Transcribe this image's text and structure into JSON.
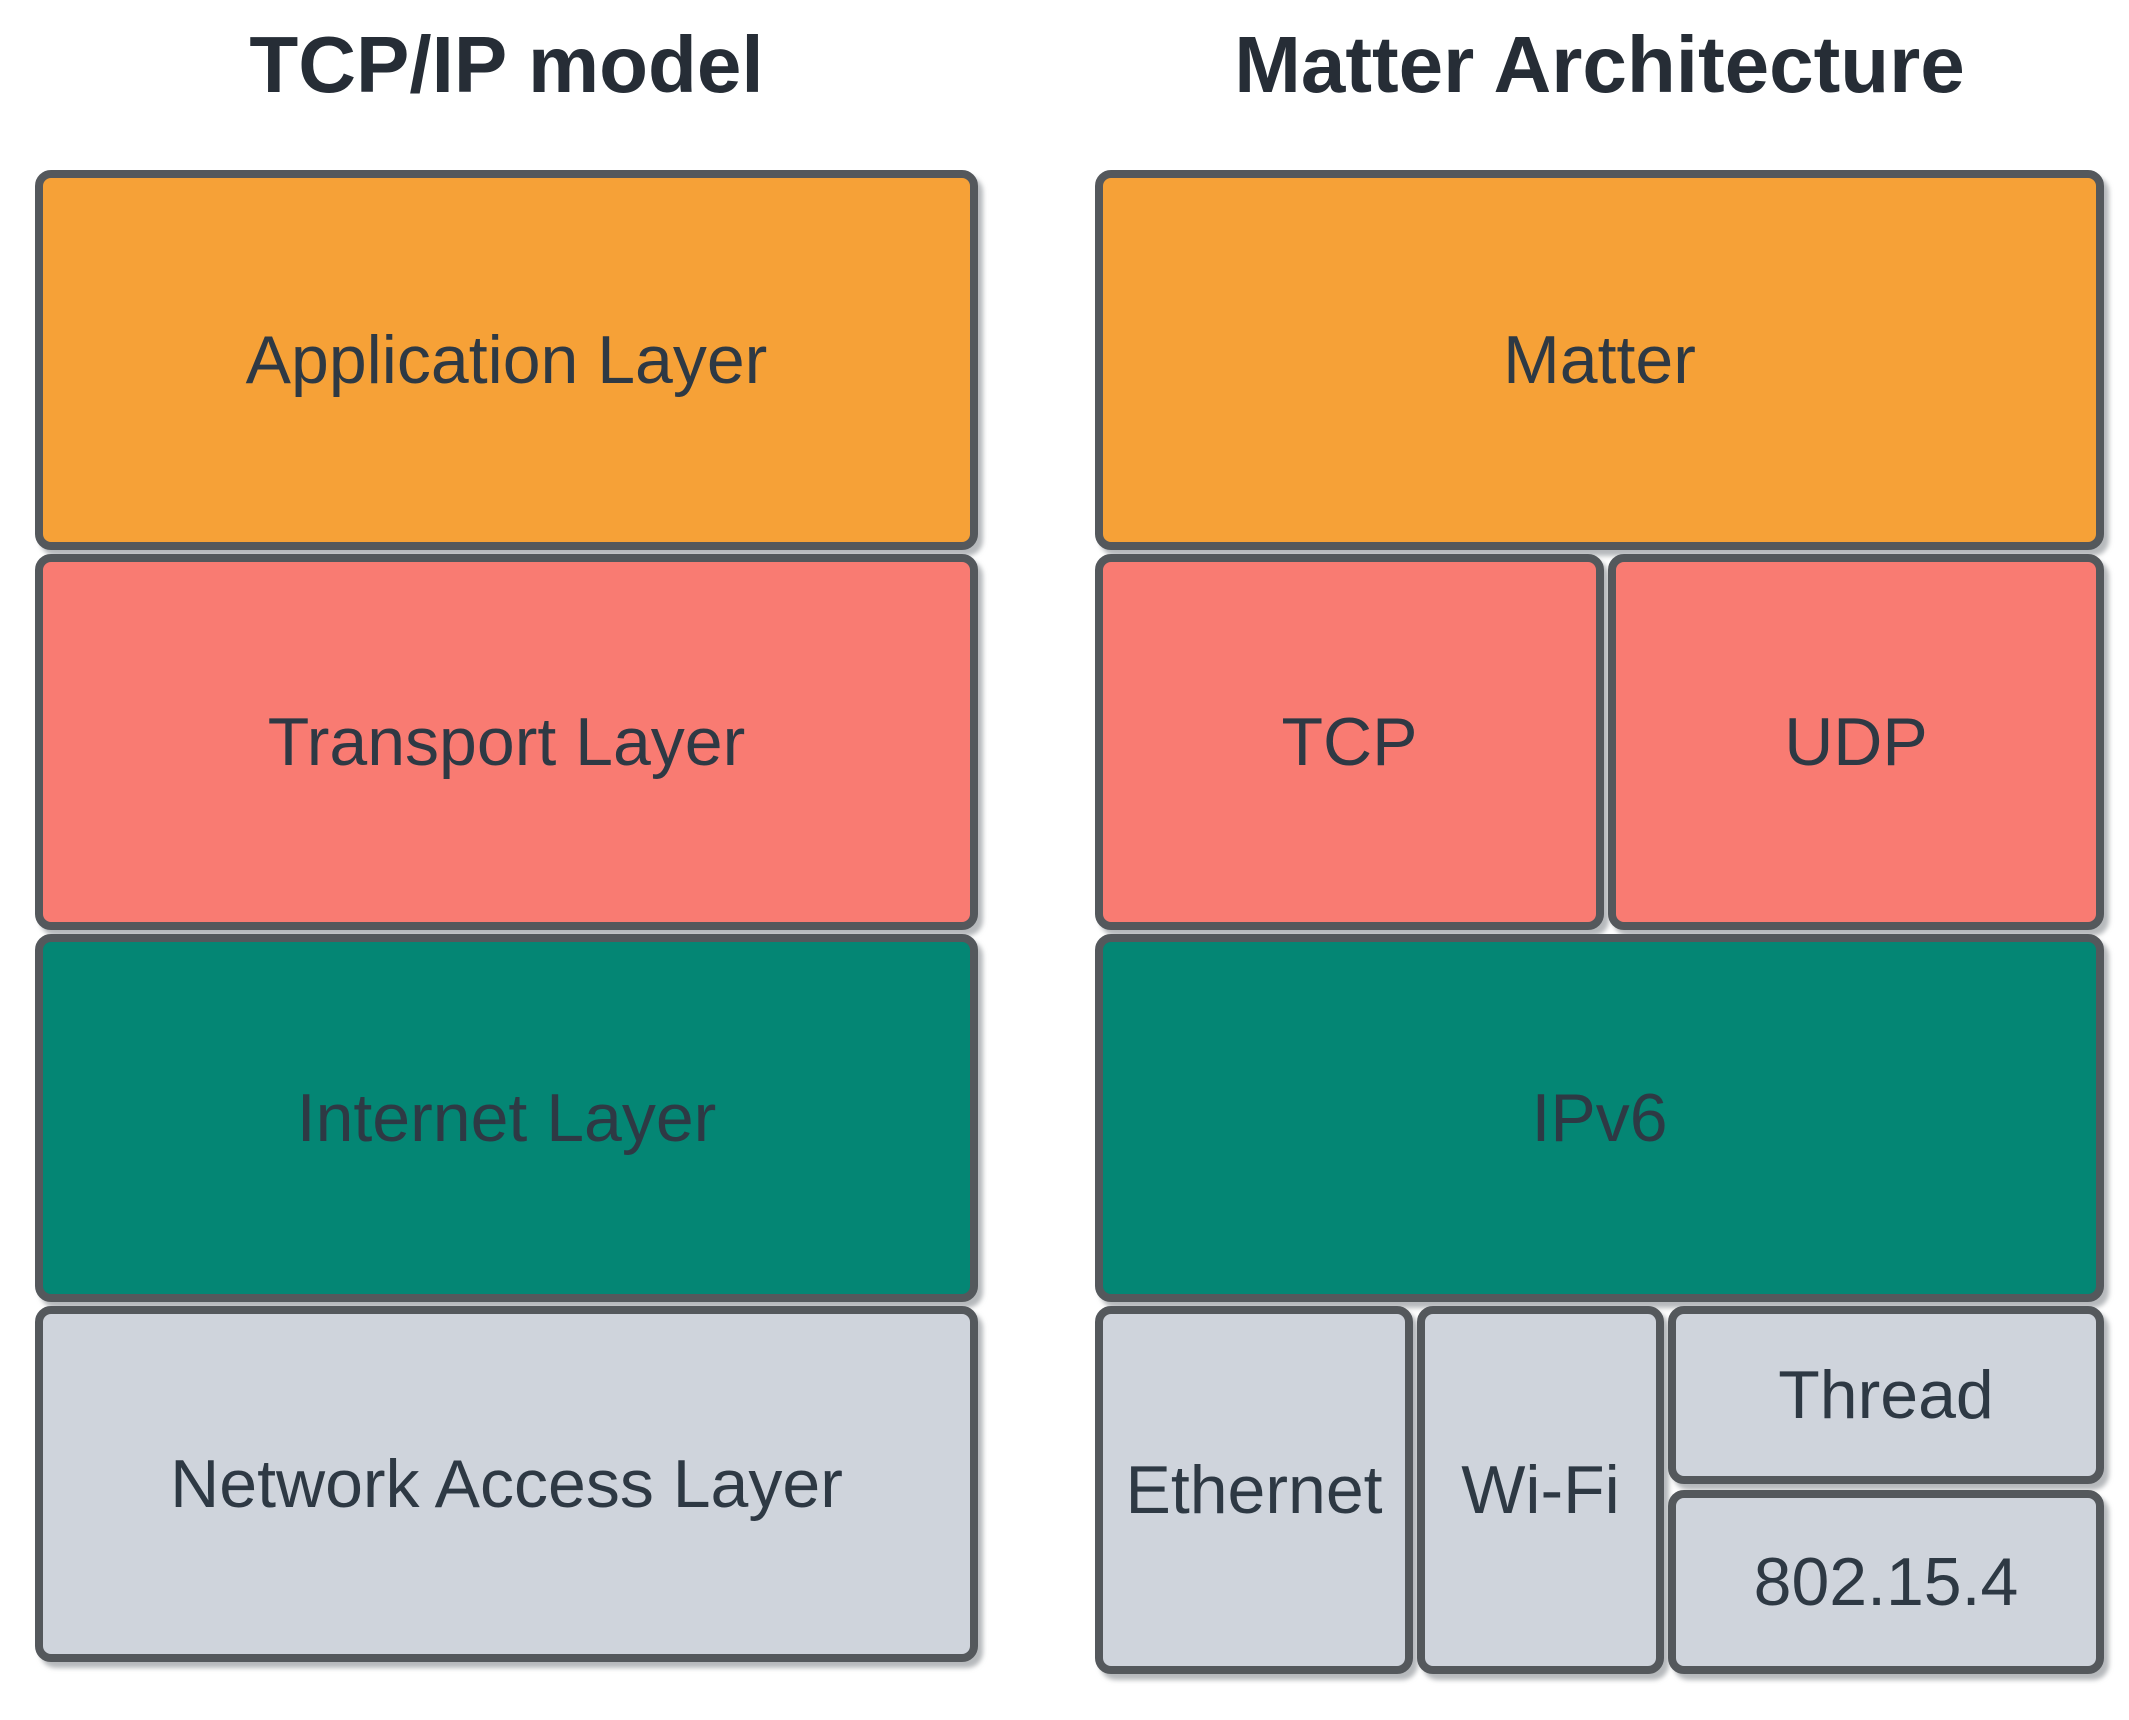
{
  "page": {
    "background": "#ffffff"
  },
  "palette": {
    "application_orange": "#f6a137",
    "transport_salmon": "#f97b72",
    "internet_teal": "#048674",
    "network_gray": "#cfd4dc",
    "box_border": "#54585c",
    "label_text": "#2e3944",
    "title_text": "#262d36"
  },
  "left_diagram": {
    "title": "TCP/IP model",
    "layers": [
      {
        "label": "Application Layer",
        "color": "#f6a137"
      },
      {
        "label": "Transport Layer",
        "color": "#f97b72"
      },
      {
        "label": "Internet Layer",
        "color": "#048674"
      },
      {
        "label": "Network Access Layer",
        "color": "#cfd4dc"
      }
    ]
  },
  "right_diagram": {
    "title": "Matter Architecture",
    "boxes": [
      {
        "label": "Matter",
        "row": "application",
        "color": "#f6a137"
      },
      {
        "label": "TCP",
        "row": "transport",
        "color": "#f97b72"
      },
      {
        "label": "UDP",
        "row": "transport",
        "color": "#f97b72"
      },
      {
        "label": "IPv6",
        "row": "internet",
        "color": "#048674"
      },
      {
        "label": "Ethernet",
        "row": "network-access",
        "color": "#cfd4dc"
      },
      {
        "label": "Wi-Fi",
        "row": "network-access",
        "color": "#cfd4dc"
      },
      {
        "label": "Thread",
        "row": "network-access",
        "color": "#cfd4dc"
      },
      {
        "label": "802.15.4",
        "row": "network-access",
        "color": "#cfd4dc"
      }
    ]
  }
}
